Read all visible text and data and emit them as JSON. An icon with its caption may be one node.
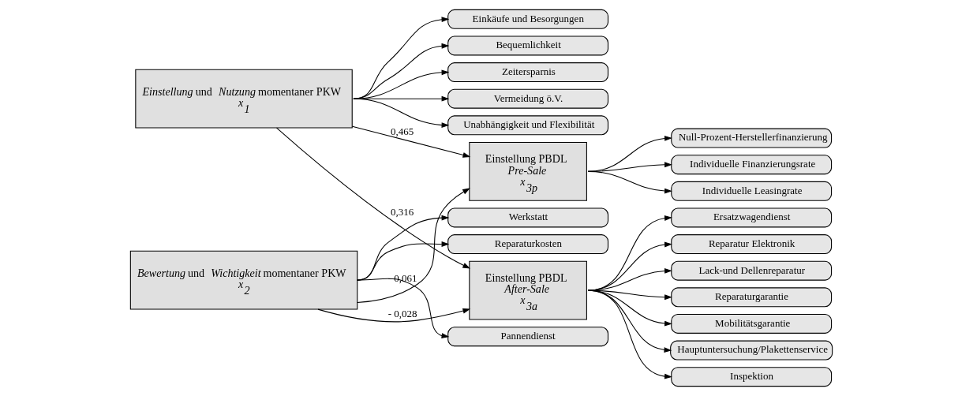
{
  "diagram": {
    "nodes": [
      {
        "text": [
          "Einkäufe und Besorgungen"
        ]
      },
      {
        "text": [
          "Bequemlichkeit"
        ]
      },
      {
        "text": [
          "Zeitersparnis"
        ]
      },
      {
        "text": [
          "Vermeidung ö.V."
        ]
      },
      {
        "text": [
          "Unabhängigkeit und Flexibilität"
        ]
      },
      {
        "text": [
          "*Einstellung* und *Nutzung* momentaner PKW",
          "x$_{1}$"
        ]
      },
      {
        "text": [
          "*Bewertung* und *Wichtigkeit* momentaner PKW",
          "x$_{2}$"
        ]
      },
      {
        "text": [
          "Werkstatt"
        ]
      },
      {
        "text": [
          "Reparaturkosten"
        ]
      },
      {
        "text": [
          "Pannendienst"
        ]
      },
      {
        "text": [
          "Null-Prozent-Herstellerfinanzierung"
        ]
      },
      {
        "text": [
          "Individuelle Finanzierungsrate"
        ]
      },
      {
        "text": [
          "Individuelle Leasingrate"
        ]
      },
      {
        "text": [
          "Einstellung PBDL",
          "Pre-Sale",
          "x$_{3p}$"
        ]
      },
      {
        "text": [
          "Einstellung PBDL",
          "After-Sale",
          "x$_{3a}$"
        ]
      },
      {
        "text": [
          "Ersatzwagendienst"
        ]
      },
      {
        "text": [
          "Reparatur Elektronik"
        ]
      },
      {
        "text": [
          "Lack-und Dellenreparatur"
        ]
      },
      {
        "text": [
          "Reparaturgarantie"
        ]
      },
      {
        "text": [
          "Mobilitätsgarantie"
        ]
      },
      {
        "text": [
          "Hauptuntersuchung/Plakettenservice"
        ]
      },
      {
        "text": [
          "Inspektion"
        ]
      }
    ],
    "edges": [
      {
        "from": 5,
        "to": 0,
        "arrow": "to"
      },
      {
        "from": 5,
        "to": 1,
        "arrow": "to"
      },
      {
        "from": 5,
        "to": 2,
        "arrow": "to"
      },
      {
        "from": 5,
        "to": 3,
        "arrow": "to"
      },
      {
        "from": 5,
        "to": 4,
        "arrow": "to"
      },
      {
        "from": 6,
        "to": 7,
        "arrow": "to"
      },
      {
        "from": 6,
        "to": 8,
        "arrow": "to"
      },
      {
        "from": 6,
        "to": 9,
        "arrow": "to"
      },
      {
        "from": 5,
        "to": 13,
        "arrow": "to",
        "label": "0,465"
      },
      {
        "from": 5,
        "to": 14,
        "arrow": "to",
        "label": "0,316"
      },
      {
        "from": 6,
        "to": 13,
        "arrow": "to",
        "label": "- 0,061"
      },
      {
        "from": 6,
        "to": 14,
        "arrow": "to",
        "label": "- 0,028"
      },
      {
        "from": 13,
        "to": 10,
        "arrow": "to"
      },
      {
        "from": 13,
        "to": 11,
        "arrow": "to"
      },
      {
        "from": 13,
        "to": 12,
        "arrow": "to"
      },
      {
        "from": 14,
        "to": 15,
        "arrow": "to"
      },
      {
        "from": 14,
        "to": 16,
        "arrow": "to"
      },
      {
        "from": 14,
        "to": 17,
        "arrow": "to"
      },
      {
        "from": 14,
        "to": 18,
        "arrow": "to"
      },
      {
        "from": 14,
        "to": 19,
        "arrow": "to"
      },
      {
        "from": 14,
        "to": 20,
        "arrow": "to"
      },
      {
        "from": 14,
        "to": 21,
        "arrow": "to"
      }
    ]
  }
}
